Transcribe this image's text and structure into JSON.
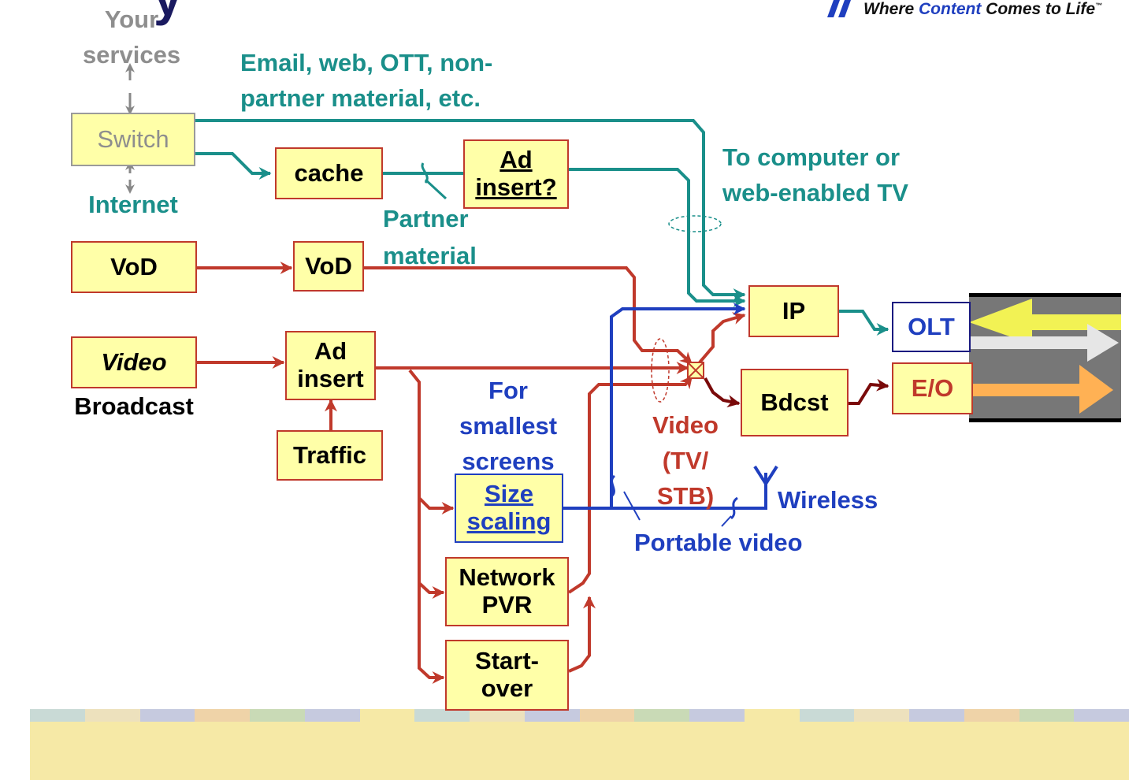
{
  "brand": {
    "tagline_pre": "Where ",
    "tagline_highlight": "Content",
    "tagline_post": " Comes to Life",
    "trademark": "™"
  },
  "title_fragment": "y",
  "boxes": {
    "switch": "Switch",
    "cache": "cache",
    "ad_insert_q": [
      "Ad",
      "insert?"
    ],
    "vod_source": "VoD",
    "vod_server": "VoD",
    "video": "Video",
    "ad_insert": [
      "Ad",
      "insert"
    ],
    "traffic": "Traffic",
    "size_scaling": [
      "Size",
      "scaling"
    ],
    "network_pvr": [
      "Network",
      "PVR"
    ],
    "start_over": [
      "Start-",
      "over"
    ],
    "ip": "IP",
    "bdcst": "Bdcst",
    "olt": "OLT",
    "eo": "E/O"
  },
  "labels": {
    "your_services": [
      "Your",
      "services"
    ],
    "internet": "Internet",
    "email_web": [
      "Email, web, OTT, non-",
      "partner material, etc."
    ],
    "partner_material": [
      "Partner",
      "material"
    ],
    "to_computer": [
      "To computer or",
      "web-enabled TV"
    ],
    "broadcast": "Broadcast",
    "for_smallest": [
      "For",
      "smallest",
      "screens"
    ],
    "video_tv_stb": [
      "Video",
      "(TV/",
      "STB)"
    ],
    "wireless": "Wireless",
    "portable_video": "Portable video"
  },
  "colors": {
    "teal": "#1a8f8a",
    "red": "#c0392b",
    "blue": "#1f3fbf",
    "dark_red": "#7a0a0a",
    "box_fill": "#ffffa8",
    "band": "#f6e9a6"
  },
  "footer_stripes": [
    "#c9dad6",
    "#ede1bd",
    "#c6cadf",
    "#efd3a8",
    "#c9dab6",
    "#c6cadf",
    "#f6e9a6",
    "#c9dad6",
    "#ede1bd",
    "#c6cadf",
    "#efd3a8",
    "#c9dab6",
    "#c6cadf",
    "#f6e9a6",
    "#c9dad6",
    "#ede1bd",
    "#c6cadf",
    "#efd3a8",
    "#c9dab6",
    "#c6cadf"
  ]
}
